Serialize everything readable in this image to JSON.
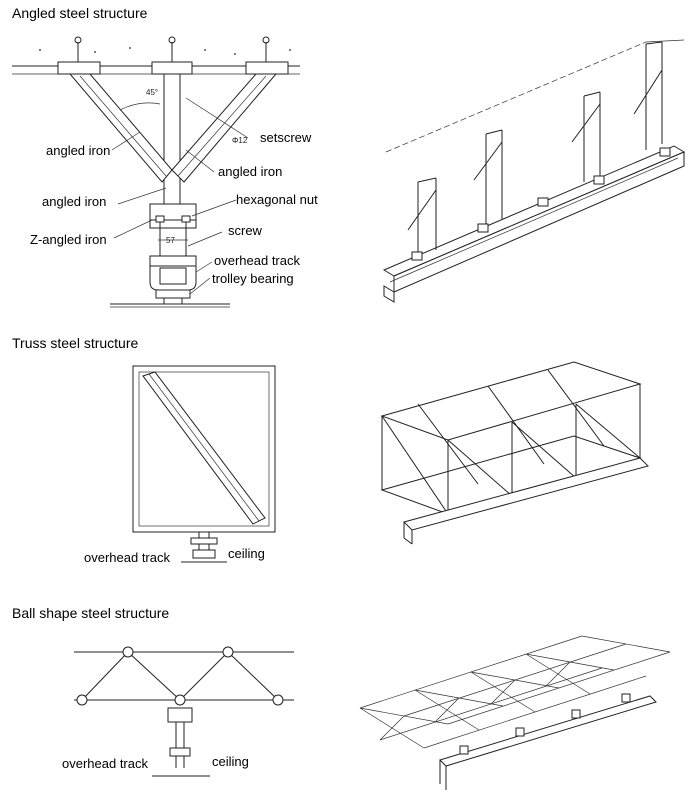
{
  "sections": {
    "angled": {
      "title": "Angled steel structure",
      "labels": {
        "angled_iron_1": "angled iron",
        "setscrew": "setscrew",
        "angled_iron_2": "angled iron",
        "angled_iron_3": "angled iron",
        "hexagonal_nut": "hexagonal nut",
        "z_angled_iron": "Z-angled iron",
        "screw": "screw",
        "overhead_track": "overhead track",
        "trolley_bearing": "trolley bearing"
      },
      "dims": {
        "angle": "45°",
        "diameter": "Φ12",
        "width": "57"
      }
    },
    "truss": {
      "title": "Truss steel structure",
      "labels": {
        "overhead_track": "overhead track",
        "ceiling": "ceiling"
      }
    },
    "ball": {
      "title": "Ball shape steel structure",
      "labels": {
        "overhead_track": "overhead track",
        "ceiling": "ceiling"
      }
    }
  }
}
